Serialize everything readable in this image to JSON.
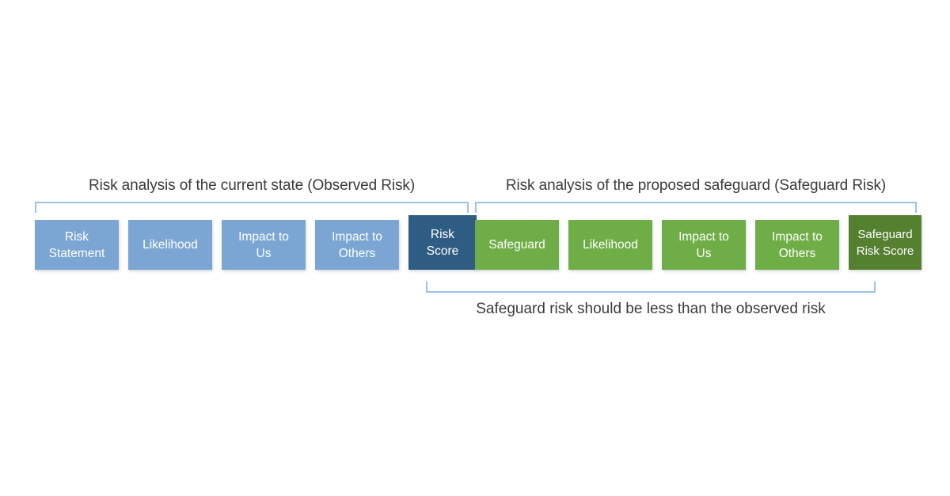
{
  "diagram": {
    "title_observed": "Risk analysis of the current state (Observed Risk)",
    "title_safeguard": "Risk analysis of the proposed safeguard (Safeguard Risk)",
    "caption_compare": "Safeguard risk should be less than the observed risk",
    "colors": {
      "chip_blue": "#7ba6d4",
      "chip_blue_dark": "#2f5c82",
      "chip_green": "#6fad46",
      "chip_green_dark": "#55802f",
      "bracket": "#9cc2ea",
      "text_dark": "#3b3b3b",
      "chip_text": "#ffffff",
      "background": "#ffffff"
    },
    "observed_row": [
      {
        "label": "Risk\nStatement",
        "style": "blue"
      },
      {
        "label": "Likelihood",
        "style": "blue"
      },
      {
        "label": "Impact to\nUs",
        "style": "blue"
      },
      {
        "label": "Impact to\nOthers",
        "style": "blue"
      },
      {
        "label": "Risk\nScore",
        "style": "blue-dark"
      }
    ],
    "safeguard_row": [
      {
        "label": "Safeguard",
        "style": "green"
      },
      {
        "label": "Likelihood",
        "style": "green"
      },
      {
        "label": "Impact to\nUs",
        "style": "green"
      },
      {
        "label": "Impact to\nOthers",
        "style": "green"
      },
      {
        "label": "Safeguard\nRisk Score",
        "style": "green-dark"
      }
    ]
  }
}
